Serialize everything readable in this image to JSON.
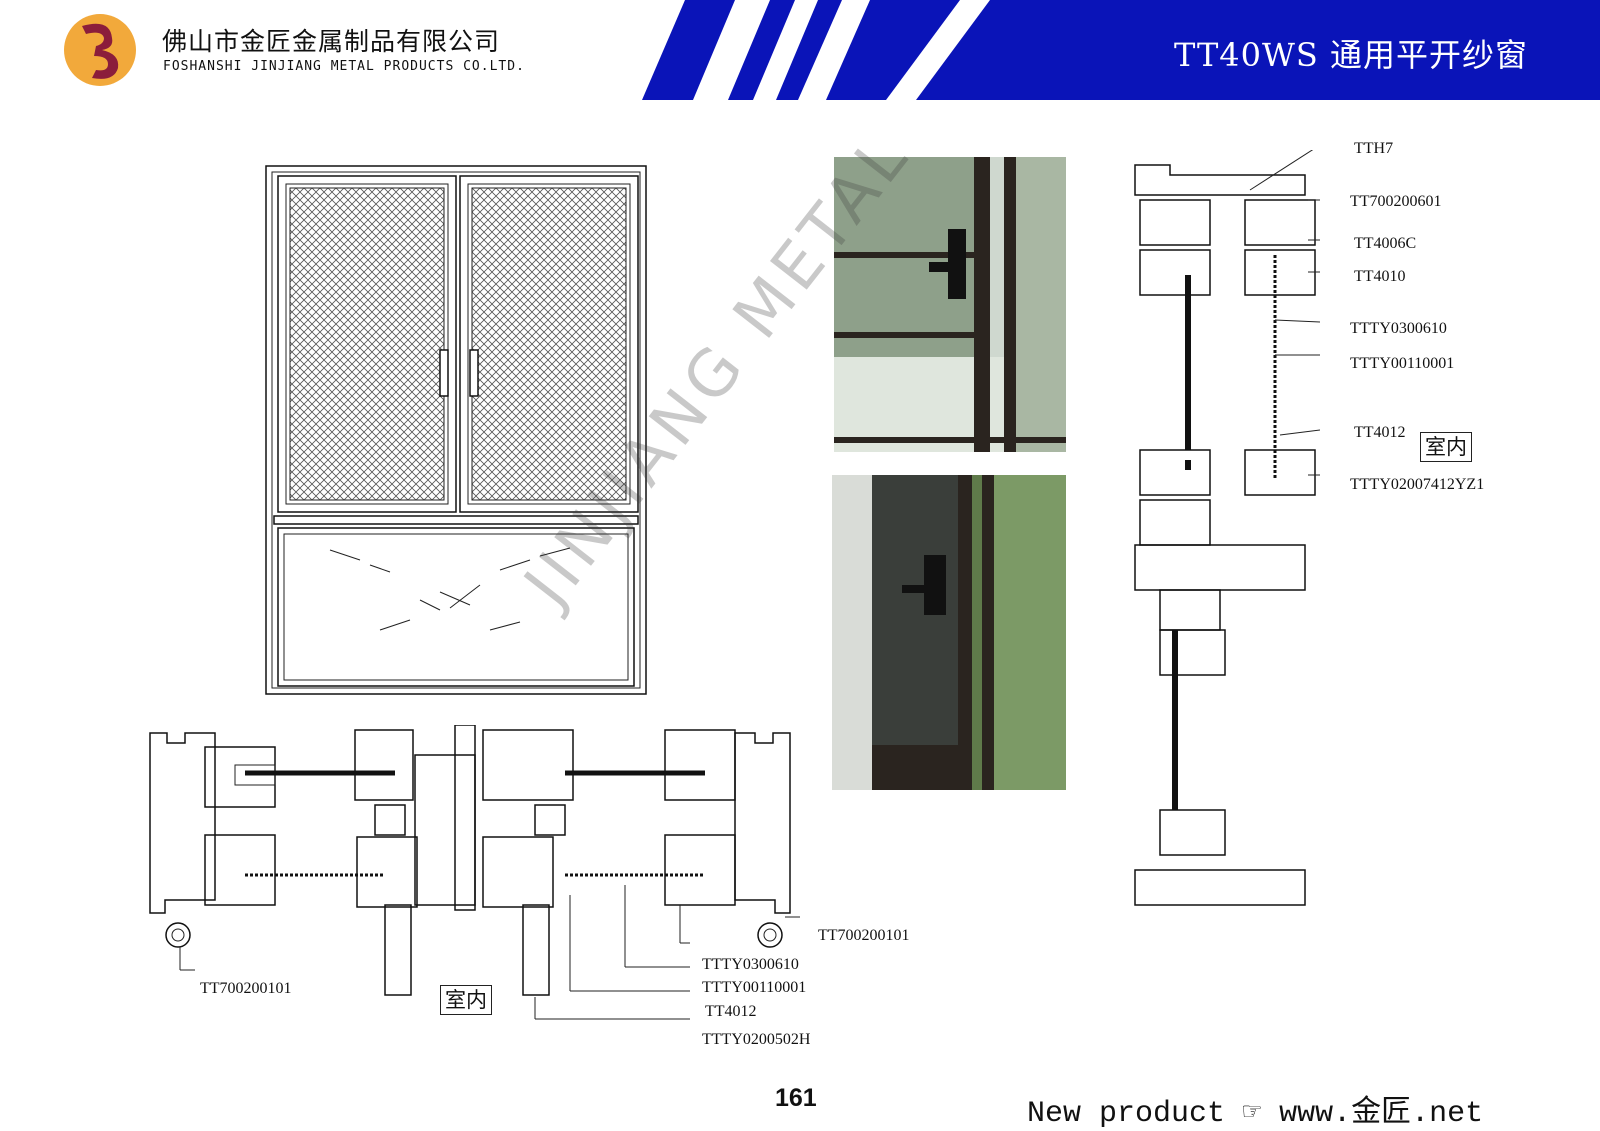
{
  "header": {
    "company_cn": "佛山市金匠金属制品有限公司",
    "company_en": "FOSHANSHI JINJIANG METAL PRODUCTS CO.LTD.",
    "product_title": "TT40WS 通用平开纱窗"
  },
  "colors": {
    "brand_blue": "#0a14b8",
    "logo_orange": "#f2a93b",
    "logo_red": "#8b1d3b"
  },
  "watermark": "JINJIANG METAL",
  "horizontal_section": {
    "labels": [
      "TT700200101",
      "TT700200101",
      "TTTY0300610",
      "TTTY00110001",
      "TT4012",
      "TTTY0200502H"
    ],
    "indoor": "室内"
  },
  "vertical_section": {
    "labels": [
      "TTH7",
      "TT700200601",
      "TT4006C",
      "TT4010",
      "TTTY0300610",
      "TTTY00110001",
      "TT4012",
      "TTTY02007412YZ1"
    ],
    "indoor": "室内"
  },
  "footer": {
    "page_number": "161",
    "text": "New product ☞ www.金匠.net"
  }
}
